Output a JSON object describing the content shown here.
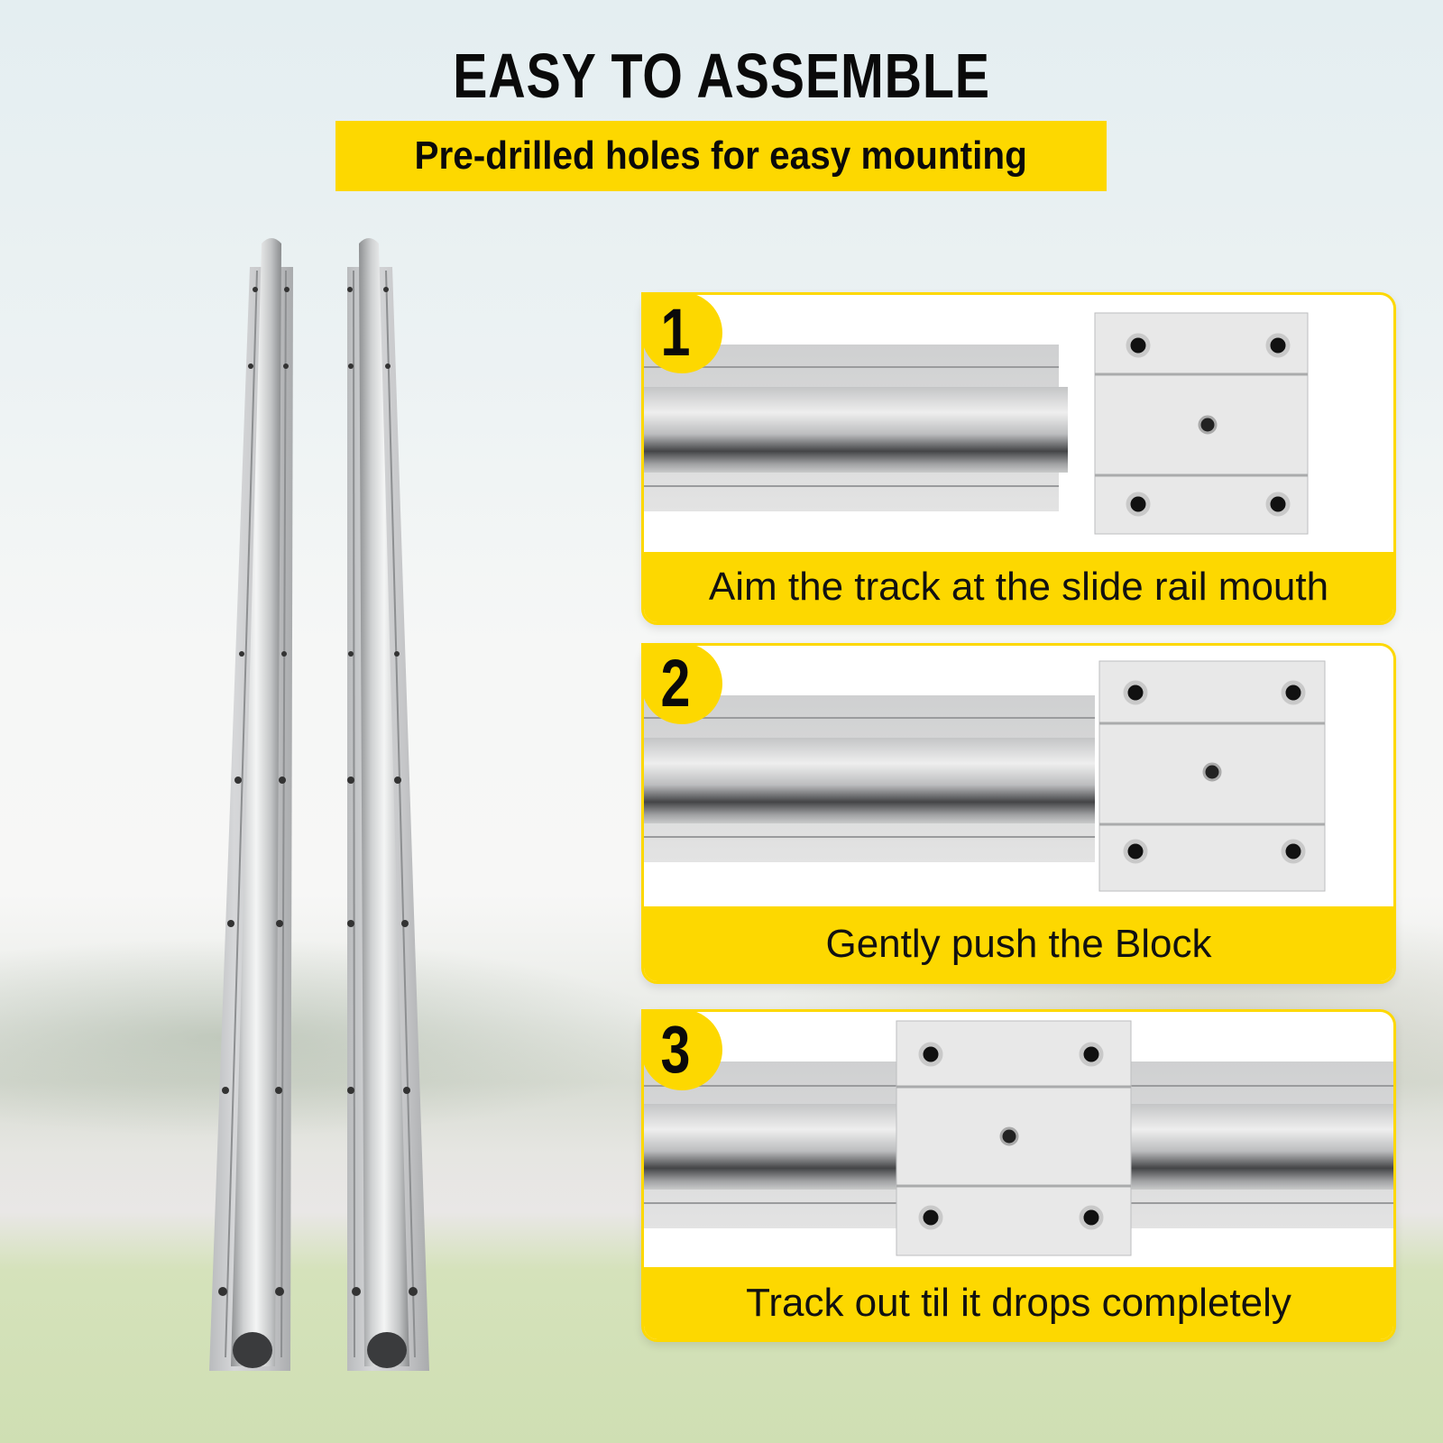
{
  "header": {
    "title": "EASY TO ASSEMBLE",
    "subtitle": "Pre-drilled holes for easy mounting"
  },
  "steps": [
    {
      "number": "1",
      "caption": "Aim the track at the slide rail mouth"
    },
    {
      "number": "2",
      "caption": "Gently push the Block"
    },
    {
      "number": "3",
      "caption": "Track out til it drops completely"
    }
  ],
  "colors": {
    "accent_yellow": "#fdd800",
    "text": "#0a0a0a",
    "card_bg": "#ffffff"
  },
  "product": {
    "rail_count": 2,
    "icon": "linear-rail-icon"
  }
}
